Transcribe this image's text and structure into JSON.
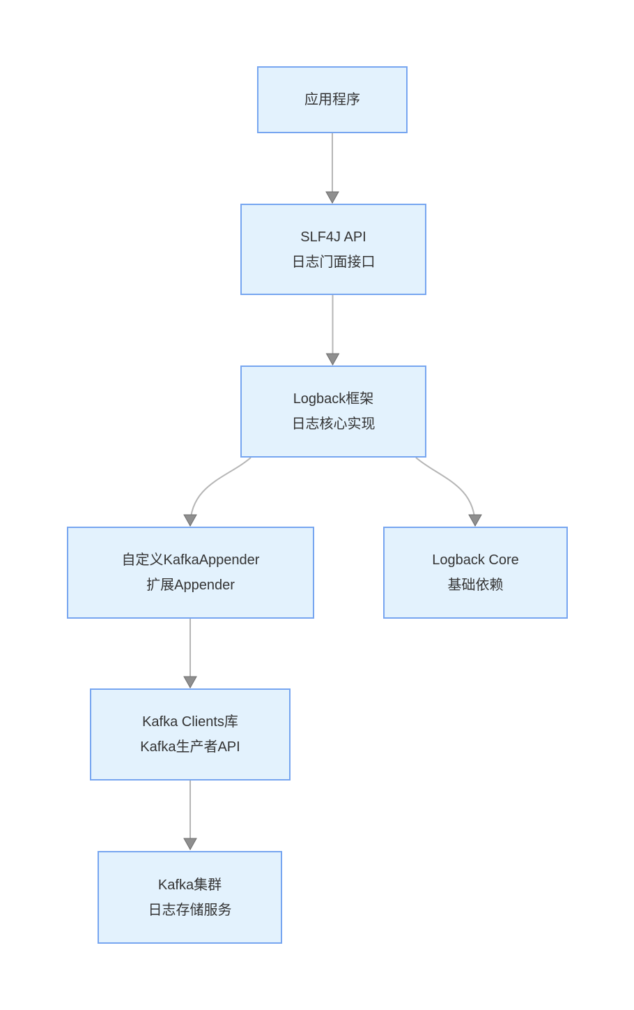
{
  "diagram": {
    "type": "flowchart",
    "direction": "top-down",
    "nodes": [
      {
        "id": "application",
        "lines": [
          "应用程序"
        ]
      },
      {
        "id": "slf4j-api",
        "lines": [
          "SLF4J API",
          "日志门面接口"
        ]
      },
      {
        "id": "logback",
        "lines": [
          "Logback框架",
          "日志核心实现"
        ]
      },
      {
        "id": "kafka-appender",
        "lines": [
          "自定义KafkaAppender",
          "扩展Appender"
        ]
      },
      {
        "id": "logback-core",
        "lines": [
          "Logback Core",
          "基础依赖"
        ]
      },
      {
        "id": "kafka-clients",
        "lines": [
          "Kafka Clients库",
          "Kafka生产者API"
        ]
      },
      {
        "id": "kafka-cluster",
        "lines": [
          "Kafka集群",
          "日志存储服务"
        ]
      }
    ],
    "edges": [
      {
        "from": "application",
        "to": "slf4j-api"
      },
      {
        "from": "slf4j-api",
        "to": "logback"
      },
      {
        "from": "logback",
        "to": "kafka-appender"
      },
      {
        "from": "logback",
        "to": "logback-core"
      },
      {
        "from": "kafka-appender",
        "to": "kafka-clients"
      },
      {
        "from": "kafka-clients",
        "to": "kafka-cluster"
      }
    ],
    "colors": {
      "background": "#ffffff",
      "node_fill": "#e3f2fd",
      "node_border": "#76a5f0",
      "edge_line": "#b5b5b5",
      "arrowhead_fill": "#8f8f8f",
      "arrowhead_stroke": "#6d6d6d",
      "text": "#333333"
    }
  }
}
